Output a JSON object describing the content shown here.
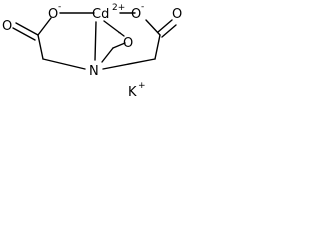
{
  "molecule": {
    "atoms": {
      "o_left_carbonyl": "O",
      "o_left_anion": "O",
      "o_left_anion_charge": "-",
      "cd": "Cd",
      "cd_charge": "2+",
      "o_right_anion": "O",
      "o_right_anion_charge": "-",
      "o_right_carbonyl": "O",
      "n": "N",
      "o_middle_anion": "O",
      "o_middle_anion_charge": "-"
    },
    "counter_ion": {
      "symbol": "K",
      "charge": "+"
    }
  }
}
